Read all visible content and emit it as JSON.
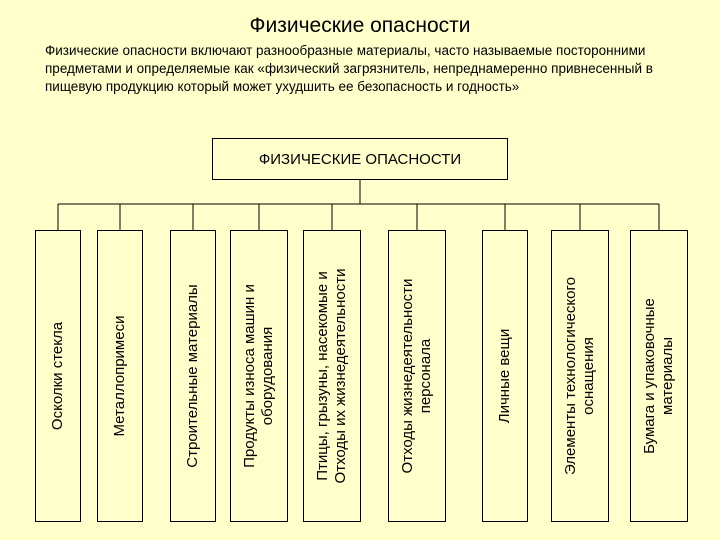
{
  "title": "Физические опасности",
  "intro": "Физические опасности включают разнообразные материалы, часто называемые посторонними предметами и определяемые как «физический загрязнитель, непреднамеренно привнесенный в пищевую продукцию который может ухудшить ее безопасность и годность»",
  "root": "ФИЗИЧЕСКИЕ ОПАСНОСТИ",
  "leaves": [
    "Осколки стекла",
    "Металлопримеси",
    "Строительные материалы",
    "Продукты износа машин и\nоборудования",
    "Птицы, грызуны, насекомые и\nОтходы их жизнедеятельности",
    "Отходы жизнедеятельности\nперсонала",
    "Личные вещи",
    "Элементы технологического\nоснащения",
    "Бумага и упаковочные\nматериалы"
  ]
}
